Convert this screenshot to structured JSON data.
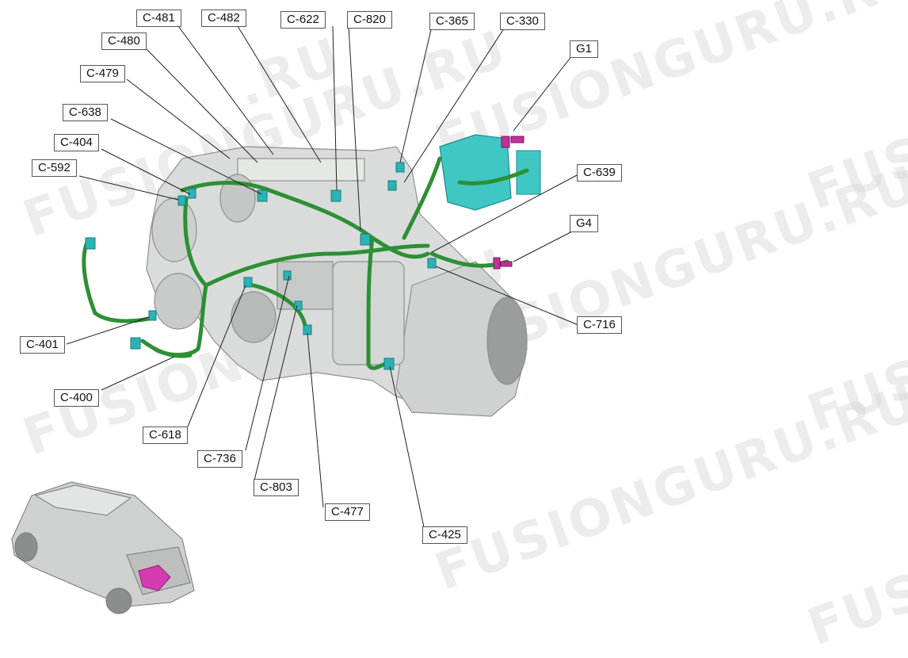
{
  "watermark_text": "FUSIONGURU.RU",
  "watermark_fragments": {
    "a": ".RU",
    "b": "FUSIONGURU.RU",
    "c": "FUSI"
  },
  "colors": {
    "harness": "#2e8f35",
    "connector": "#2bb3b5",
    "ground": "#c0319a",
    "engine": "#d8dbd8",
    "inset_highlight": "#d63ab0"
  },
  "labels": {
    "c481": "C-481",
    "c482": "C-482",
    "c622": "C-622",
    "c820": "C-820",
    "c365": "C-365",
    "c330": "C-330",
    "c480": "C-480",
    "g1": "G1",
    "c479": "C-479",
    "c638": "C-638",
    "c404": "C-404",
    "c592": "C-592",
    "c639": "C-639",
    "g4": "G4",
    "c716": "C-716",
    "c401": "C-401",
    "c400": "C-400",
    "c618": "C-618",
    "c736": "C-736",
    "c803": "C-803",
    "c477": "C-477",
    "c425": "C-425"
  }
}
